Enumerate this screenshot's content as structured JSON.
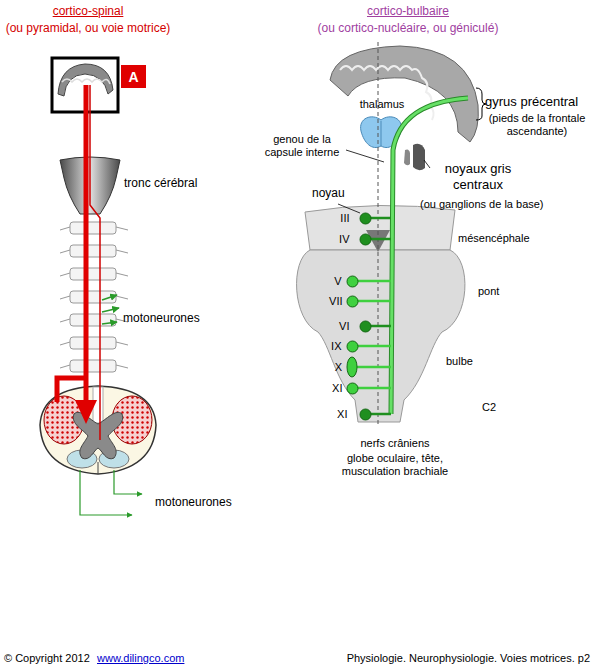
{
  "diagram": {
    "nodes": [
      {
        "text": [
          "A"
        ]
      },
      {
        "text": [
          "III"
        ]
      },
      {
        "text": [
          "IV"
        ]
      },
      {
        "text": [
          "V"
        ]
      },
      {
        "text": [
          "VII"
        ]
      },
      {
        "text": [
          "VI"
        ]
      },
      {
        "text": [
          "IX"
        ]
      },
      {
        "text": [
          "X"
        ]
      },
      {
        "text": [
          "XI"
        ]
      },
      {
        "text": [
          "XI"
        ]
      }
    ],
    "labels": [
      "cortico-spinal",
      "(ou pyramidal, ou voie motrice)",
      "tronc cérébral",
      "motoneurones",
      "motoneurones",
      "cortico-bulbaire",
      "(ou cortico-nucléaire, ou géniculé)",
      "thalamus",
      "gyrus précentral",
      "(pieds de la frontale ascendante)",
      "genou de la capsule interne",
      "noyaux gris centraux",
      "(ou ganglions de la base)",
      "noyau",
      "mésencéphale",
      "pont",
      "bulbe",
      "C2",
      "nerfs crâniens",
      "globe oculaire, tête, musculation brachiale",
      "© Copyright 2012",
      "www.dilingco.com",
      "Physiologie. Neurophysiologie. Voies motrices. p2"
    ]
  }
}
